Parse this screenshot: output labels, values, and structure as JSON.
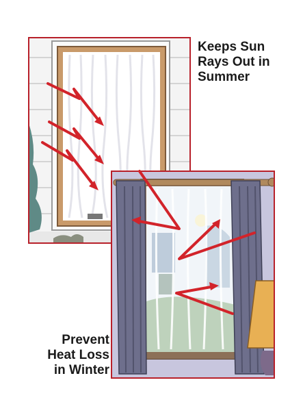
{
  "captions": {
    "summer": {
      "line1": "Keeps Sun",
      "line2": "Rays Out in",
      "line3": "Summer"
    },
    "winter": {
      "line1": "Prevent",
      "line2": "Heat Loss",
      "line3": "in Winter"
    }
  },
  "colors": {
    "frame_red": "#b8202a",
    "arrow_red": "#d2232a",
    "curtain_gray": "#6e6f8c",
    "wall_lavender": "#c8c6de",
    "window_frame_tan": "#c99a6a",
    "siding_white": "#f4f4f4",
    "sheer_white": "#ffffff",
    "lamp_shade": "#e8b054",
    "tree_teal": "#5f8a86"
  }
}
